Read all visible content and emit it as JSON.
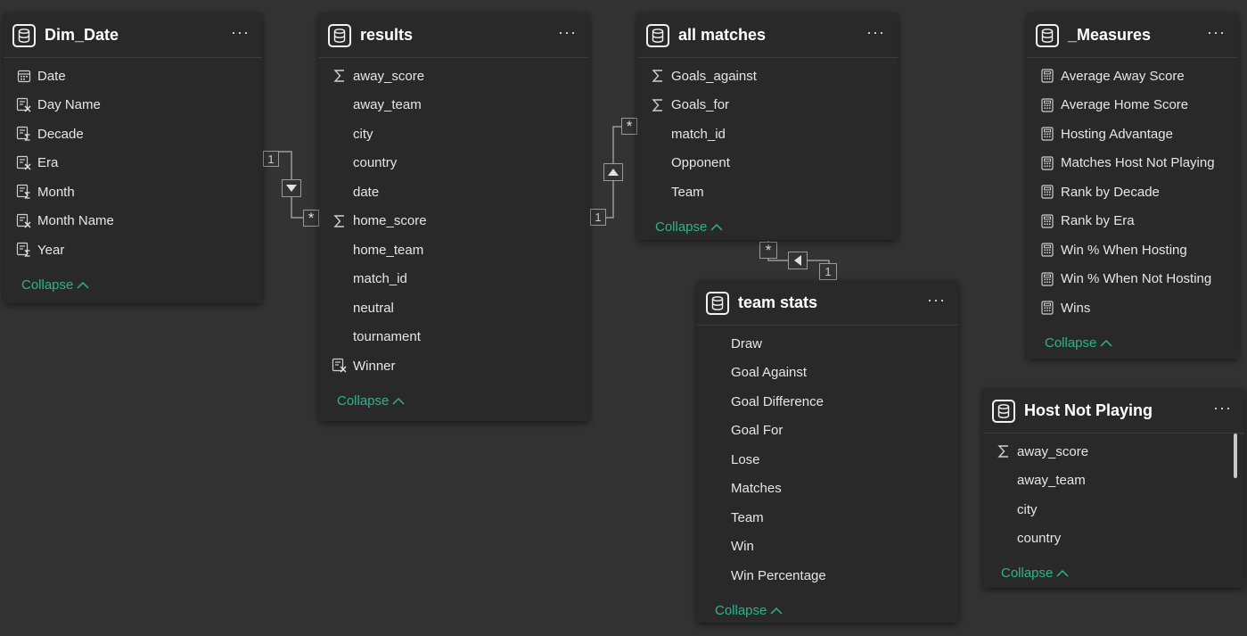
{
  "tables": [
    {
      "id": "dim-date",
      "title": "Dim_Date",
      "collapse_label": "Collapse",
      "fields": [
        {
          "label": "Date",
          "icon": "calendar-icon"
        },
        {
          "label": "Day Name",
          "icon": "calculated-column-icon"
        },
        {
          "label": "Decade",
          "icon": "hierarchy-sum-icon"
        },
        {
          "label": "Era",
          "icon": "calculated-column-icon"
        },
        {
          "label": "Month",
          "icon": "hierarchy-sum-icon"
        },
        {
          "label": "Month Name",
          "icon": "calculated-column-icon"
        },
        {
          "label": "Year",
          "icon": "hierarchy-sum-icon"
        }
      ]
    },
    {
      "id": "results",
      "title": "results",
      "collapse_label": "Collapse",
      "fields": [
        {
          "label": "away_score",
          "icon": "sigma-icon"
        },
        {
          "label": "away_team",
          "icon": ""
        },
        {
          "label": "city",
          "icon": ""
        },
        {
          "label": "country",
          "icon": ""
        },
        {
          "label": "date",
          "icon": ""
        },
        {
          "label": "home_score",
          "icon": "sigma-icon"
        },
        {
          "label": "home_team",
          "icon": ""
        },
        {
          "label": "match_id",
          "icon": ""
        },
        {
          "label": "neutral",
          "icon": ""
        },
        {
          "label": "tournament",
          "icon": ""
        },
        {
          "label": "Winner",
          "icon": "calculated-column-icon"
        }
      ]
    },
    {
      "id": "all-matches",
      "title": "all matches",
      "collapse_label": "Collapse",
      "fields": [
        {
          "label": "Goals_against",
          "icon": "sigma-icon"
        },
        {
          "label": "Goals_for",
          "icon": "sigma-icon"
        },
        {
          "label": "match_id",
          "icon": ""
        },
        {
          "label": "Opponent",
          "icon": ""
        },
        {
          "label": "Team",
          "icon": ""
        }
      ]
    },
    {
      "id": "measures",
      "title": "_Measures",
      "collapse_label": "Collapse",
      "fields": [
        {
          "label": "Average Away Score",
          "icon": "calculator-icon"
        },
        {
          "label": "Average Home Score",
          "icon": "calculator-icon"
        },
        {
          "label": "Hosting Advantage",
          "icon": "calculator-icon"
        },
        {
          "label": "Matches Host Not Playing",
          "icon": "calculator-icon"
        },
        {
          "label": "Rank by Decade",
          "icon": "calculator-icon"
        },
        {
          "label": "Rank by Era",
          "icon": "calculator-icon"
        },
        {
          "label": "Win % When Hosting",
          "icon": "calculator-icon"
        },
        {
          "label": "Win % When Not Hosting",
          "icon": "calculator-icon"
        },
        {
          "label": "Wins",
          "icon": "calculator-icon"
        }
      ]
    },
    {
      "id": "team-stats",
      "title": "team stats",
      "collapse_label": "Collapse",
      "fields": [
        {
          "label": "Draw",
          "icon": ""
        },
        {
          "label": "Goal Against",
          "icon": ""
        },
        {
          "label": "Goal Difference",
          "icon": ""
        },
        {
          "label": "Goal For",
          "icon": ""
        },
        {
          "label": "Lose",
          "icon": ""
        },
        {
          "label": "Matches",
          "icon": ""
        },
        {
          "label": "Team",
          "icon": ""
        },
        {
          "label": "Win",
          "icon": ""
        },
        {
          "label": "Win Percentage",
          "icon": ""
        }
      ]
    },
    {
      "id": "host-not-playing",
      "title": "Host Not Playing",
      "collapse_label": "Collapse",
      "fields": [
        {
          "label": "away_score",
          "icon": "sigma-icon"
        },
        {
          "label": "away_team",
          "icon": ""
        },
        {
          "label": "city",
          "icon": ""
        },
        {
          "label": "country",
          "icon": ""
        }
      ]
    }
  ],
  "relationships": [
    {
      "from": "Dim_Date",
      "to": "results",
      "from_cardinality": "1",
      "to_cardinality": "*"
    },
    {
      "from": "results",
      "to": "all matches",
      "from_cardinality": "1",
      "to_cardinality": "*"
    },
    {
      "from": "all matches",
      "to": "team stats",
      "from_cardinality": "*",
      "to_cardinality": "1"
    }
  ],
  "more_label": "···",
  "colors": {
    "background": "#333333",
    "card": "#292929",
    "accent": "#2eb38a",
    "text": "#e6e6e6"
  }
}
